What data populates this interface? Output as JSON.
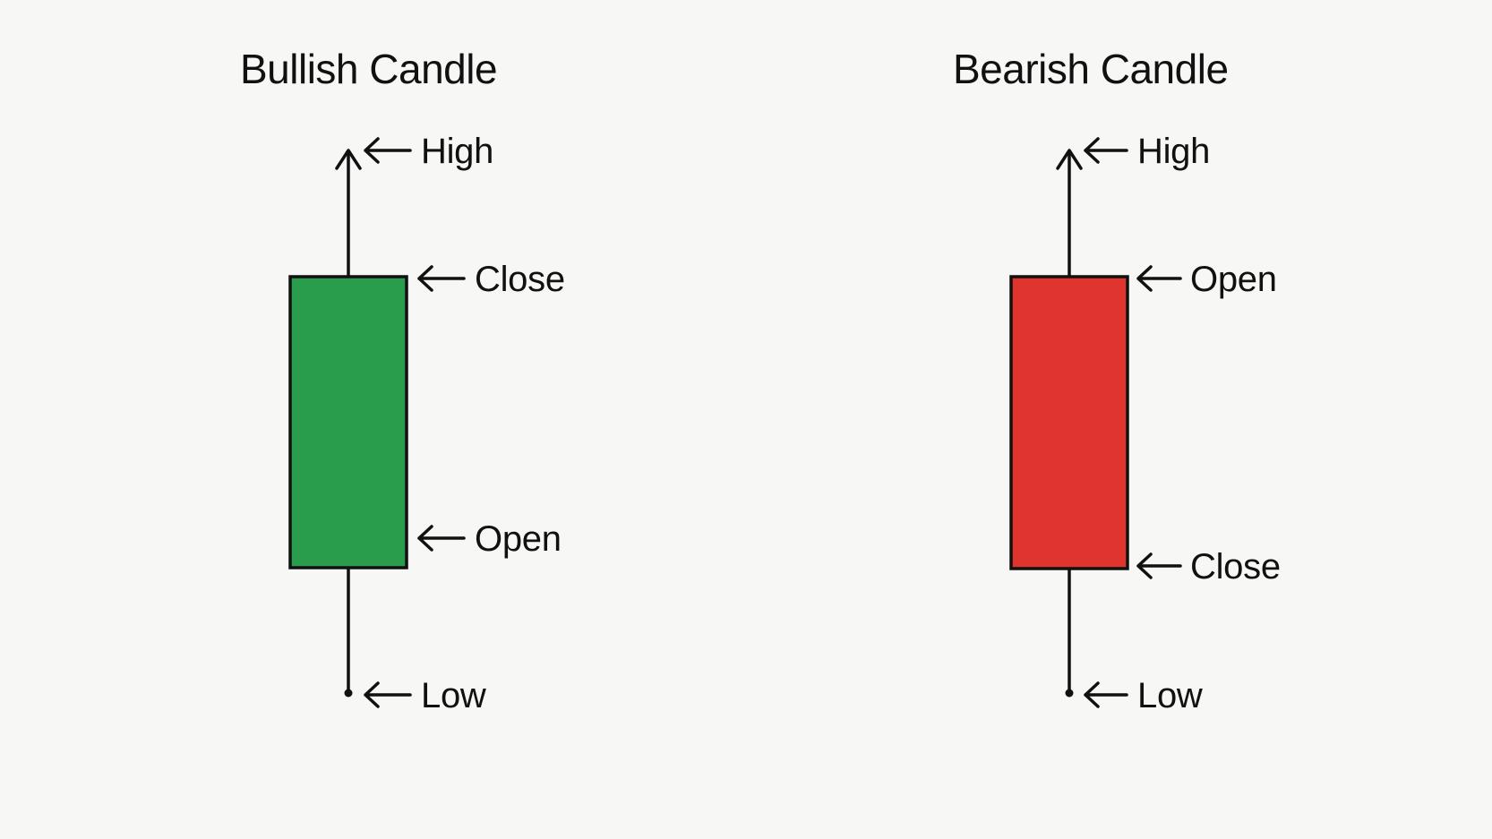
{
  "colors": {
    "background": "#f7f7f5",
    "bullish": "#2a9d4c",
    "bearish": "#e0342e",
    "ink": "#111111"
  },
  "bullish": {
    "title": "Bullish Candle",
    "high_label": "High",
    "close_label": "Close",
    "open_label": "Open",
    "low_label": "Low"
  },
  "bearish": {
    "title": "Bearish Candle",
    "high_label": "High",
    "open_label": "Open",
    "close_label": "Close",
    "low_label": "Low"
  }
}
